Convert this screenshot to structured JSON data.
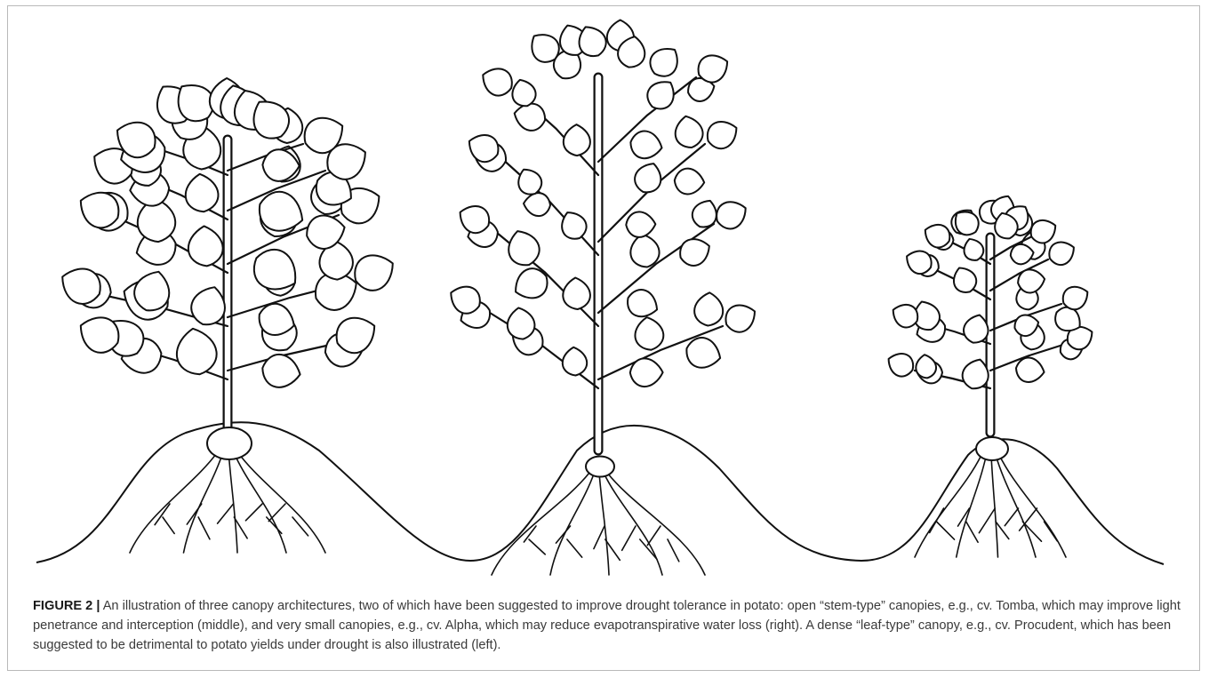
{
  "figure": {
    "label": "FIGURE 2 |",
    "caption": " An illustration of three canopy architectures, two of which have been suggested to improve drought tolerance in potato: open “stem-type” canopies, e.g., cv. Tomba, which may improve light penetrance and interception (middle), and very small canopies, e.g., cv. Alpha, which may reduce evapotranspirative water loss (right). A dense “leaf-type” canopy, e.g., cv. Procudent, which has been suggested to be detrimental to potato yields under drought is also illustrated (left)."
  },
  "illustration": {
    "plants": [
      "leaf-type",
      "stem-type",
      "small"
    ],
    "ink_color": "#111111",
    "background_color": "#ffffff"
  }
}
